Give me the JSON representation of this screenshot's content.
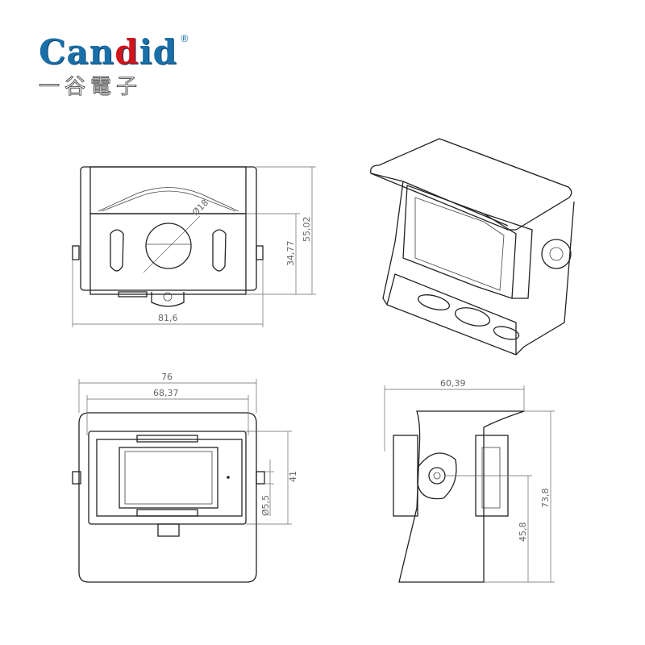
{
  "logo": {
    "brand_prefix": "Can",
    "brand_accent": "d",
    "brand_suffix": "id",
    "registered": "®",
    "subtitle": "一谷電子"
  },
  "colors": {
    "brand_blue": "#1a6fa8",
    "brand_red": "#d4141b"
  },
  "front_view": {
    "hole_diameter": "Ø18",
    "body_height": "34,77",
    "total_height": "55,02",
    "total_width": "81,6"
  },
  "rear_view": {
    "outer_width": "76",
    "inner_width": "68,37",
    "body_height": "41",
    "knob_diameter": "Ø5,5"
  },
  "side_view": {
    "width": "60,39",
    "total_height": "73,8",
    "pivot_height": "45,8"
  }
}
